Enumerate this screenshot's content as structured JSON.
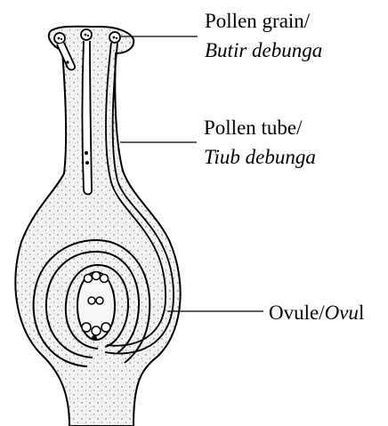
{
  "labels": {
    "pollen_grain": {
      "en": "Pollen grain/",
      "ms": "Butir debunga"
    },
    "pollen_tube": {
      "en": "Pollen tube/",
      "ms": "Tiub debunga"
    },
    "ovule": {
      "en": "Ovule/",
      "ms_italic": "Ovu",
      "ms_plain": "l"
    }
  },
  "colors": {
    "ink": "#000000",
    "tissue": "#f2f2f2",
    "background": "#ffffff"
  }
}
